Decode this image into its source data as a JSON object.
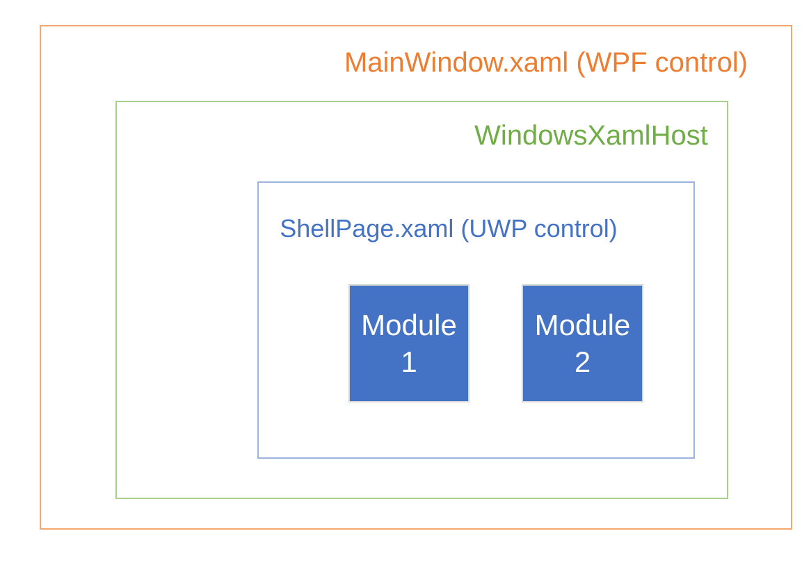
{
  "colors": {
    "background": "#FFFFFF",
    "orange-text": "#ED7D31",
    "orange-border": "#F4A770",
    "green-text": "#70AD47",
    "green-border": "#A8D08D",
    "blue-text": "#4472C4",
    "blue-border": "#9DB3DC",
    "module-fill": "#4472C4",
    "module-border": "#D6D6D6",
    "module-text": "#FFFFFF"
  },
  "diagram": {
    "wpf_window": {
      "label": "MainWindow.xaml (WPF control)"
    },
    "xaml_host": {
      "label": "WindowsXamlHost"
    },
    "shell_page": {
      "label": "ShellPage.xaml (UWP control)"
    },
    "modules": [
      {
        "line1": "Module",
        "line2": "1"
      },
      {
        "line1": "Module",
        "line2": "2"
      }
    ]
  }
}
